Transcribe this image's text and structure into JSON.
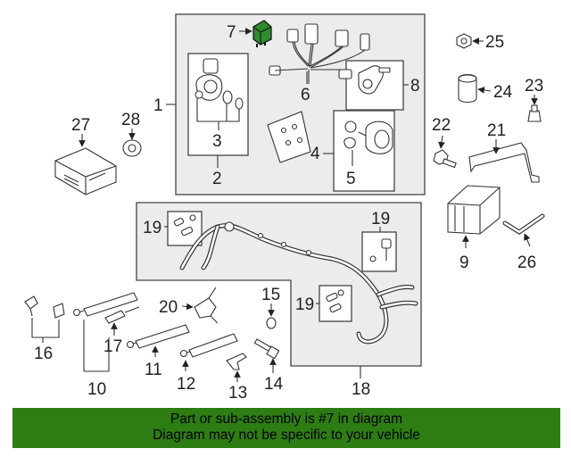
{
  "callouts": {
    "n1": "1",
    "n2": "2",
    "n3": "3",
    "n4": "4",
    "n5": "5",
    "n6": "6",
    "n7": "7",
    "n8": "8",
    "n9": "9",
    "n10": "10",
    "n11": "11",
    "n12": "12",
    "n13": "13",
    "n14": "14",
    "n15": "15",
    "n16": "16",
    "n17": "17",
    "n18": "18",
    "n19a": "19",
    "n19b": "19",
    "n19c": "19",
    "n20": "20",
    "n21": "21",
    "n22": "22",
    "n23": "23",
    "n24": "24",
    "n25": "25",
    "n26": "26",
    "n27": "27",
    "n28": "28"
  },
  "highlight": {
    "part": "7",
    "color": "#2e8b2e"
  },
  "banner": {
    "line1": "Part or sub-assembly is #7 in diagram",
    "line2": "Diagram may not be specific to your vehicle",
    "background": "#2d7d12"
  }
}
